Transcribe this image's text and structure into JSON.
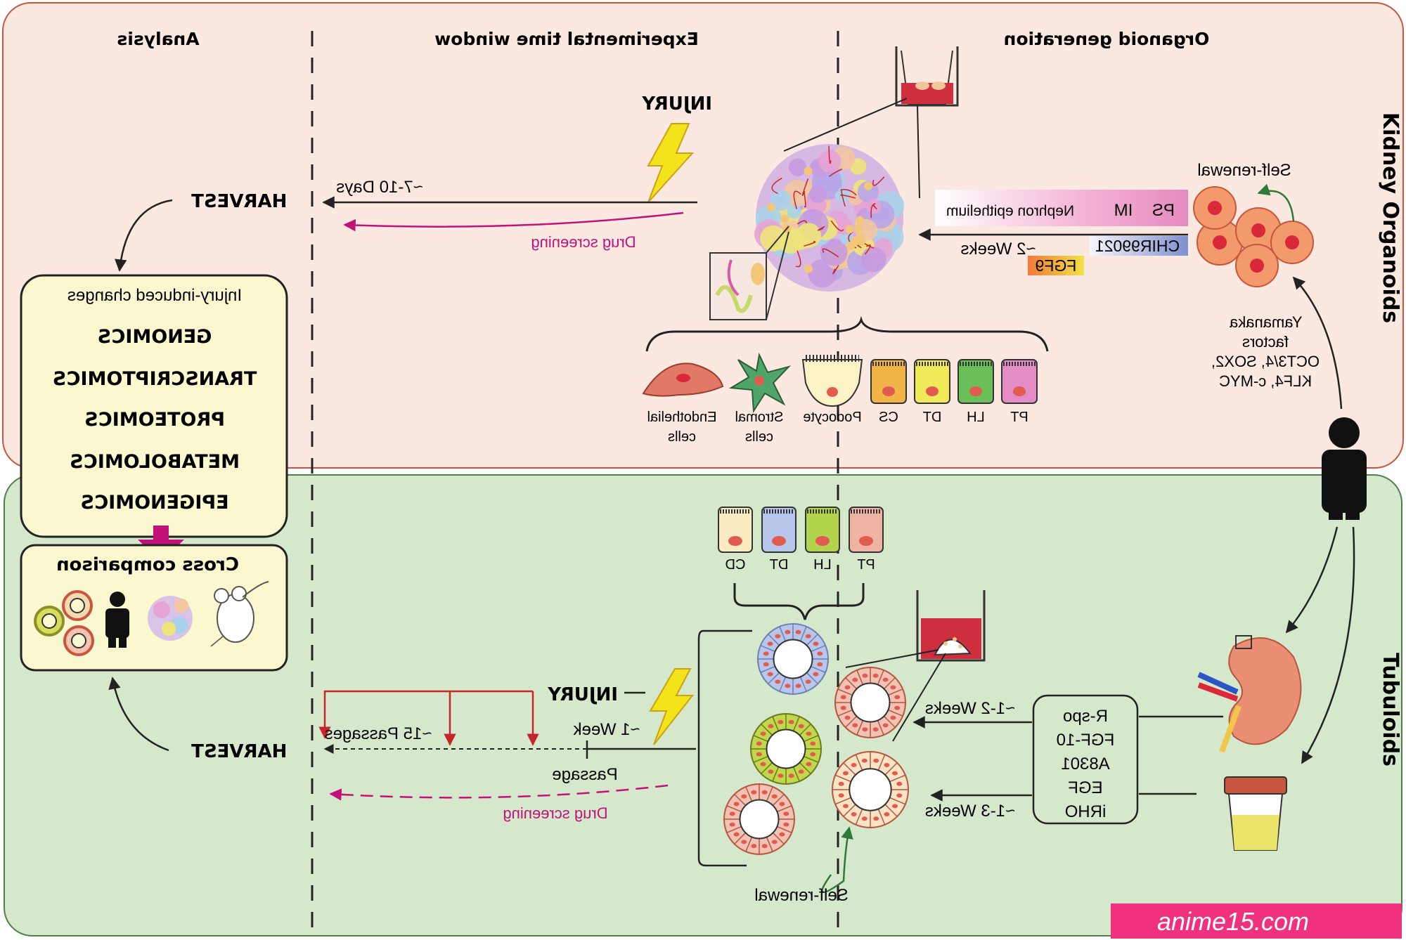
{
  "panels": {
    "top": {
      "title": "Kidney Organoids",
      "bg": "#fbe9e1",
      "border": "#c8553d"
    },
    "bottom": {
      "title": "Tubuloids",
      "bg": "#d6e8cc",
      "border": "#4f7f4a"
    }
  },
  "column_headers": {
    "analysis": "Analysis",
    "time_window": "Experimental time window",
    "generation": "Organoid generation"
  },
  "organoid": {
    "self_renewal": "Self-renewal",
    "yamanaka": [
      "Yamanaka",
      "factors",
      "OCT3/4, SOX2,",
      "KLF4, c-MYC"
    ],
    "stages": {
      "ps": "PS",
      "im": "IM",
      "ne": "Nephron epithelium"
    },
    "chir": "CHIR99021",
    "duration": "~2 Weeks",
    "fgf9": "FGF9",
    "injury": "INJURY",
    "days": "~7-10 Days",
    "drug_screening": "Drug screening",
    "cell_types": [
      {
        "label": "PT",
        "color": "#e48cc6"
      },
      {
        "label": "LH",
        "color": "#6bbf59"
      },
      {
        "label": "DT",
        "color": "#f0ea5a"
      },
      {
        "label": "CS",
        "color": "#f1b447"
      },
      {
        "label": "Podocyte",
        "color": "#fbf3c6"
      },
      {
        "label": "Stromal cells",
        "color": "#4fa56a"
      },
      {
        "label": "Endothelial cells",
        "color": "#e07a66"
      }
    ]
  },
  "analysis": {
    "harvest": "HARVEST",
    "box_title": "Injury-induced changes",
    "omics": [
      "GENOMICS",
      "TRANSCRIPTOMICS",
      "PROTEOMICS",
      "METABOLOMICS",
      "EPIGENOMICS"
    ],
    "cross": "Cross comparison"
  },
  "tubuloid": {
    "factors": [
      "R-spo",
      "FGF-10",
      "A8301",
      "EGF",
      "iRHO"
    ],
    "weeks_1_2": "~1-2 Weeks",
    "weeks_1_3": "~1-3 Weeks",
    "self_renewal": "Self-renewal",
    "injury": "INJURY",
    "week": "~1 Week",
    "passages": "~15 Passages",
    "passage": "Passage",
    "drug_screening": "Drug screening",
    "harvest": "HARVEST",
    "cell_types": [
      {
        "label": "PT",
        "color": "#eeb3a2"
      },
      {
        "label": "LH",
        "color": "#b2d34c"
      },
      {
        "label": "DT",
        "color": "#b7c6ea"
      },
      {
        "label": "CD",
        "color": "#fbebc2"
      }
    ]
  },
  "watermark": "anime15.com",
  "colors": {
    "magenta": "#c2127a",
    "red_arrow": "#c8242b",
    "lightning": "#f3e31a",
    "arrow": "#222222"
  }
}
